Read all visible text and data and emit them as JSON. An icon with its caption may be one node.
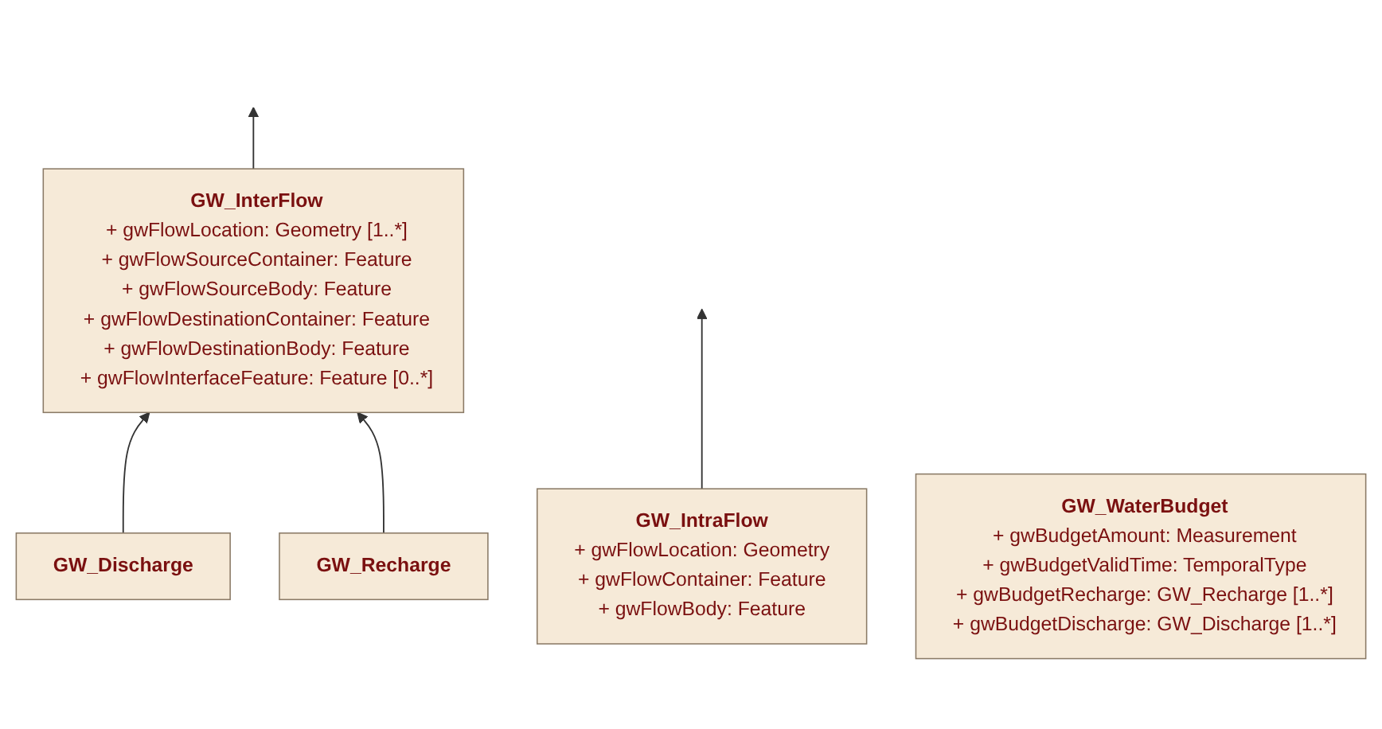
{
  "diagram": {
    "nodes": [
      {
        "text": [
          "GW_InterFlow",
          "+ gwFlowLocation: Geometry [1..*]",
          "+ gwFlowSourceContainer: Feature",
          "+ gwFlowSourceBody: Feature",
          "+ gwFlowDestinationContainer: Feature",
          "+ gwFlowDestinationBody: Feature",
          "+ gwFlowInterfaceFeature: Feature [0..*]"
        ]
      },
      {
        "text": [
          "GW_IntraFlow",
          "+ gwFlowLocation: Geometry",
          "+ gwFlowContainer: Feature",
          "+ gwFlowBody: Feature"
        ]
      },
      {
        "text": [
          "GW_Discharge"
        ]
      },
      {
        "text": [
          "GW_Recharge"
        ]
      },
      {
        "text": [
          "GW_WaterBudget",
          "+ gwBudgetAmount: Measurement",
          "+ gwBudgetValidTime: TemporalType",
          "+ gwBudgetRecharge: GW_Recharge [1..*]",
          "+ gwBudgetDischarge: GW_Discharge [1..*]"
        ]
      }
    ],
    "edges": [
      {
        "from": 0,
        "to": null,
        "arrow": "to"
      },
      {
        "from": 1,
        "to": null,
        "arrow": "to"
      },
      {
        "from": 2,
        "to": 0,
        "arrow": "to"
      },
      {
        "from": 3,
        "to": 0,
        "arrow": "to"
      }
    ]
  }
}
